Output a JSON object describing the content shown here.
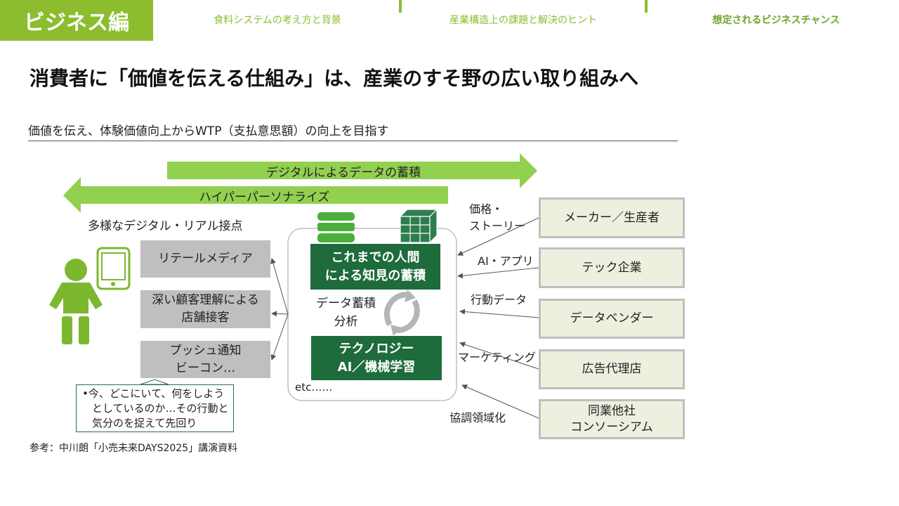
{
  "header": {
    "section": "ビジネス編",
    "nav": [
      "食料システムの考え方と背景",
      "産業構造上の課題と解決のヒント",
      "想定されるビジネスチャンス"
    ]
  },
  "title": "消費者に「価値を伝える仕組み」は、産業のすそ野の広い取り組みへ",
  "subtitle": "価値を伝え、体験価値向上からWTP（支払意思額）の向上を目指す",
  "arrows": {
    "right": "デジタルによるデータの蓄積",
    "left": "ハイパーパーソナライズ"
  },
  "touchpoints": {
    "heading": "多様なデジタル・リアル接点",
    "items": [
      [
        "リテールメディア"
      ],
      [
        "深い顧客理解による",
        "店舗接客"
      ],
      [
        "プッシュ通知",
        "ビーコン…"
      ]
    ],
    "callout": [
      "•今、どこにいて、何をしよう",
      "としているのか…その行動と",
      "気分のを捉えて先回り"
    ]
  },
  "core": {
    "knowledge": [
      "これまでの人間",
      "による知見の蓄積"
    ],
    "cycle": [
      "データ蓄積",
      "分析"
    ],
    "tech": [
      "テクノロジー",
      "AI／機械学習"
    ],
    "etc": "etc……"
  },
  "partners": [
    {
      "label": [
        "価格・",
        "ストーリー"
      ],
      "box": [
        "メーカー／生産者"
      ]
    },
    {
      "label": [
        "AI・アプリ"
      ],
      "box": [
        "テック企業"
      ]
    },
    {
      "label": [
        "行動データ"
      ],
      "box": [
        "データベンダー"
      ]
    },
    {
      "label": [
        "マーケティング"
      ],
      "box": [
        "広告代理店"
      ]
    },
    {
      "label": [
        "協調領域化"
      ],
      "box": [
        "同業他社",
        "コンソーシアム"
      ]
    }
  ],
  "footnote": "参考：中川朗「小売未来DAYS2025」講演資料",
  "colors": {
    "accent": "#8cbd2f",
    "arrow": "#92d050",
    "dark_green": "#1e6b3c",
    "gray_box": "#bfbfbf",
    "partner_fill": "#ebf1de"
  }
}
